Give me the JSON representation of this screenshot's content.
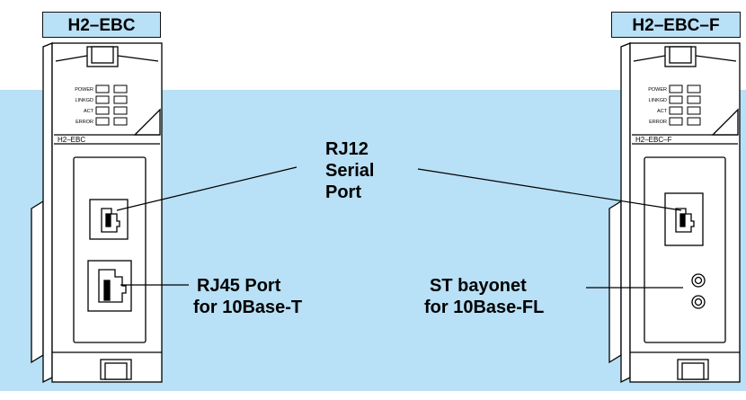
{
  "modules": {
    "left": {
      "title": "H2–EBC",
      "face_label": "H2–EBC",
      "leds": [
        "POWER",
        "LINKGD",
        "ACT",
        "ERROR"
      ]
    },
    "right": {
      "title": "H2–EBC–F",
      "face_label": "H2–EBC–F",
      "leds": [
        "POWER",
        "LINKGD",
        "ACT",
        "ERROR"
      ]
    }
  },
  "callouts": {
    "rj12": [
      "RJ12",
      "Serial",
      "Port"
    ],
    "rj45": [
      "RJ45 Port",
      "for 10Base-T"
    ],
    "st": [
      "ST bayonet",
      "for 10Base-FL"
    ]
  },
  "colors": {
    "background_panel": "#b8e0f6",
    "module_body": "#ffffff",
    "outline": "#000000"
  }
}
